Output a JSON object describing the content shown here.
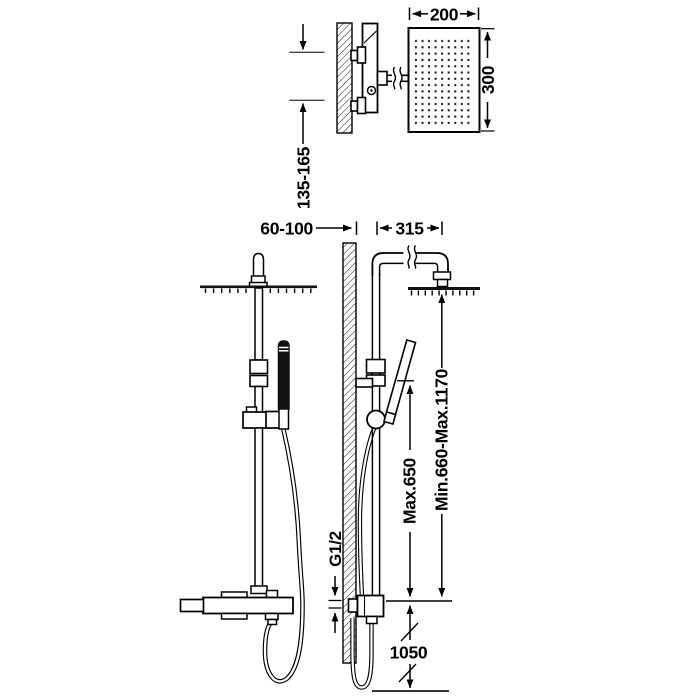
{
  "diagram": {
    "name": "shower-column-installation-drawing",
    "colors": {
      "line": "#000000",
      "background": "#ffffff"
    },
    "labels": {
      "head_width": "200",
      "head_height": "300",
      "inlet_spacing": "135-165",
      "wall_offset": "60-100",
      "arm_projection": "315",
      "hand_shower_slide": "Max.650",
      "column_height": "Min.660-Max.1170",
      "connection_thread": "G1/2",
      "mixer_height": "1050"
    }
  }
}
